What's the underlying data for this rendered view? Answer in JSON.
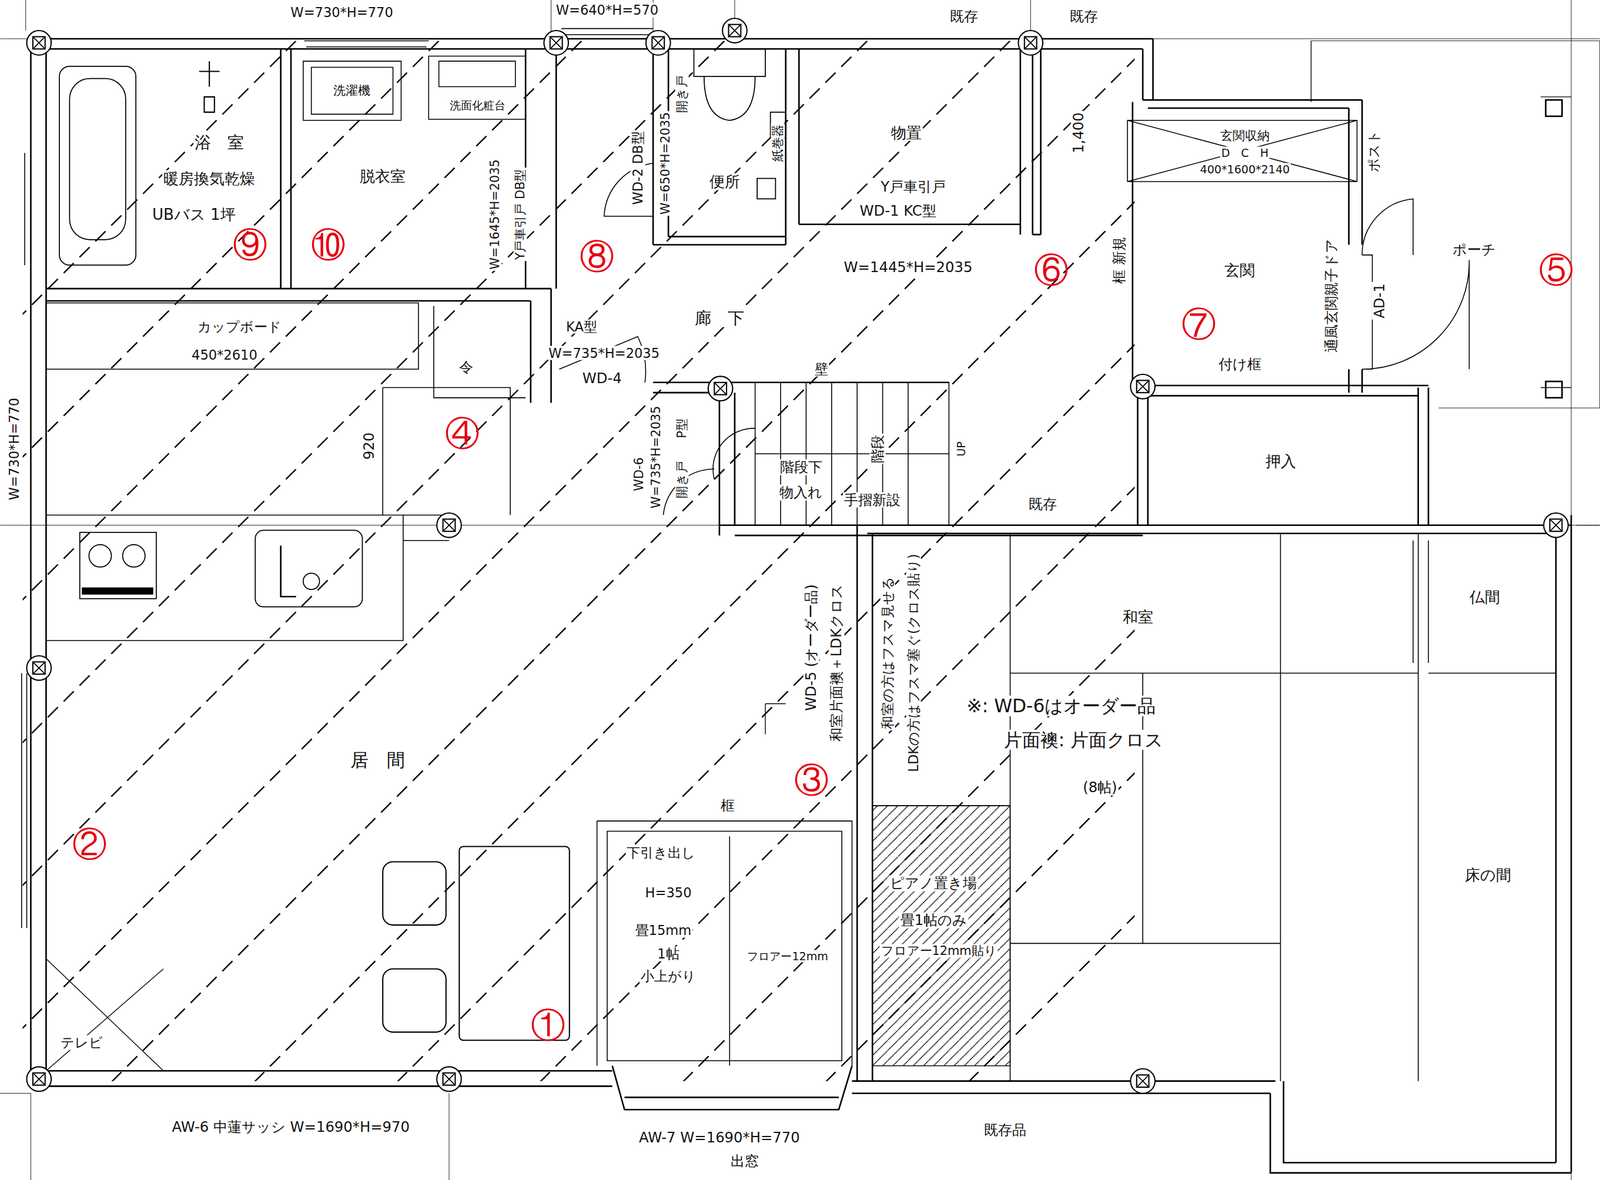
{
  "diagram": {
    "nodes": [
      {
        "text": [
          "浴　室",
          "暖房換気乾燥",
          "UBバス 1坪"
        ]
      },
      {
        "text": [
          "脱衣室"
        ]
      },
      {
        "text": [
          "洗濯機"
        ],
        "in": 1
      },
      {
        "text": [
          "洗面化粧台"
        ],
        "in": 1
      },
      {
        "text": [
          "便所"
        ]
      },
      {
        "text": [
          "物置",
          "Y戸車引戸",
          "WD-1 KC型"
        ]
      },
      {
        "text": [
          "玄関"
        ]
      },
      {
        "text": [
          "玄関収納",
          "D　C　H",
          "400*1600*2140"
        ],
        "in": 6
      },
      {
        "text": [
          "カップボード",
          "450*2610"
        ]
      },
      {
        "text": [
          "令"
        ]
      },
      {
        "text": [
          "押入"
        ]
      },
      {
        "text": [
          "和室",
          "(8帖)"
        ]
      },
      {
        "text": [
          "仏間"
        ]
      },
      {
        "text": [
          "床の間"
        ]
      },
      {
        "text": [
          "下引き出し",
          "H=350",
          "畳15mm",
          "1帖",
          "小上がり",
          "フロアー12mm"
        ]
      },
      {
        "text": [
          "ピアノ置き場",
          "畳1帖のみ",
          "フロアー12mm貼り"
        ],
        "in": 11
      }
    ],
    "labels": [
      "W=730*H=770",
      "W=640*H=570",
      "既存",
      "既存",
      "⑨",
      "W=1645*H=2035",
      "Y戸車引戸 DB型",
      "⑩",
      "⑧",
      "WD-2 DB型",
      "W=650*H=2035",
      "開き戸",
      "紙巻器",
      "W=1445*H=2035",
      "1,400",
      "⑥",
      "框 新規",
      "ポスト",
      "⑦",
      "付け框",
      "通風玄関親子ドア",
      "AD-1",
      "ポーチ",
      "⑤",
      "廊　下",
      "KA型",
      "W=735*H=2035",
      "WD-4",
      "920",
      "④",
      "壁",
      "WD-6",
      "W=735*H=2035",
      "P型",
      "開き戸",
      "階段下",
      "物入れ",
      "階段",
      "手摺新設",
      "UP",
      "既存",
      "※: WD-6はオーダー品",
      "片面襖: 片面クロス",
      "WD-5 (オーダー品)",
      "和室片面襖＋LDKクロス",
      "和室の方はフスマ見せる",
      "LDKの方はフスマ塞ぐ(クロス貼り)",
      "③",
      "居　間",
      "②",
      "框",
      "①",
      "テレビ",
      "AW-6 中蓮サッシ W=1690*H=970",
      "AW-7 W=1690*H=770",
      "出窓",
      "既存品",
      "W=730*H=770"
    ]
  }
}
